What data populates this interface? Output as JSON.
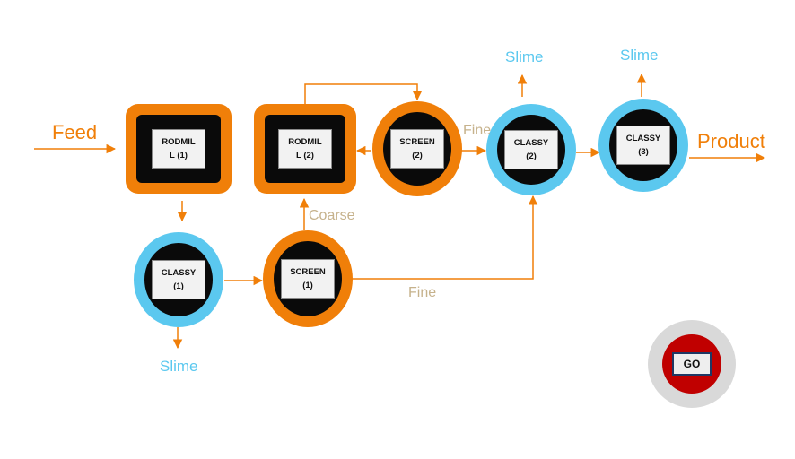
{
  "colors": {
    "orange": "#f07f09",
    "blue": "#5bc8ef",
    "tan": "#c6b28c",
    "red": "#c00000",
    "gray": "#d9d9d9"
  },
  "labels": {
    "feed": "Feed",
    "product": "Product",
    "slime_1": "Slime",
    "slime_2": "Slime",
    "slime_3": "Slime",
    "fine_1": "Fine",
    "fine_2": "Fine",
    "coarse": "Coarse"
  },
  "units": {
    "rodmill_1": {
      "line1": "RODMIL",
      "line2": "L (1)"
    },
    "rodmill_2": {
      "line1": "RODMIL",
      "line2": "L (2)"
    },
    "screen_1": {
      "line1": "SCREEN",
      "line2": "(1)"
    },
    "screen_2": {
      "line1": "SCREEN",
      "line2": "(2)"
    },
    "classy_1": {
      "line1": "CLASSY",
      "line2": "(1)"
    },
    "classy_2": {
      "line1": "CLASSY",
      "line2": "(2)"
    },
    "classy_3": {
      "line1": "CLASSY",
      "line2": "(3)"
    }
  },
  "go_button": {
    "label": "GO"
  }
}
